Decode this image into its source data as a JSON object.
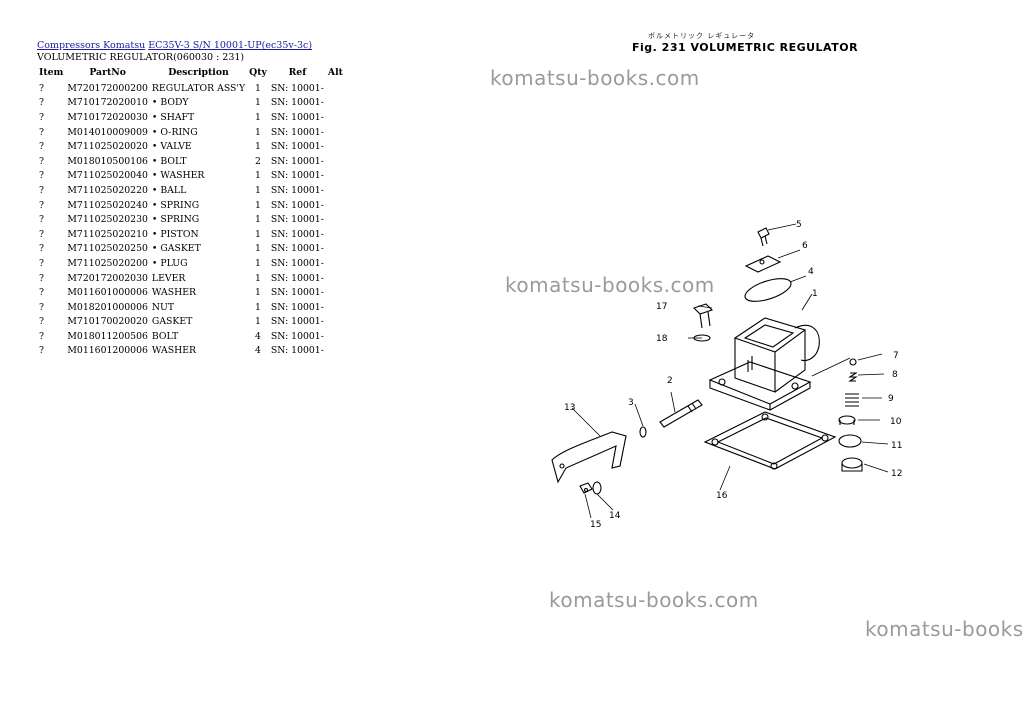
{
  "breadcrumb": {
    "link1": "Compressors Komatsu",
    "link2": "EC35V-3 S/N 10001-UP(ec35v-3c)"
  },
  "subtitle": "VOLUMETRIC REGULATOR(060030 : 231)",
  "table": {
    "headers": [
      "Item",
      "PartNo",
      "Description",
      "Qty",
      "Ref",
      "Alt"
    ],
    "rows": [
      [
        "?",
        "M720172000200",
        "REGULATOR ASS'Y",
        "1",
        "SN: 10001-",
        ""
      ],
      [
        "?",
        "M710172020010",
        "• BODY",
        "1",
        "SN: 10001-",
        ""
      ],
      [
        "?",
        "M710172020030",
        "• SHAFT",
        "1",
        "SN: 10001-",
        ""
      ],
      [
        "?",
        "M014010009009",
        "• O-RING",
        "1",
        "SN: 10001-",
        ""
      ],
      [
        "?",
        "M711025020020",
        "• VALVE",
        "1",
        "SN: 10001-",
        ""
      ],
      [
        "?",
        "M018010500106",
        "• BOLT",
        "2",
        "SN: 10001-",
        ""
      ],
      [
        "?",
        "M711025020040",
        "• WASHER",
        "1",
        "SN: 10001-",
        ""
      ],
      [
        "?",
        "M711025020220",
        "• BALL",
        "1",
        "SN: 10001-",
        ""
      ],
      [
        "?",
        "M711025020240",
        "• SPRING",
        "1",
        "SN: 10001-",
        ""
      ],
      [
        "?",
        "M711025020230",
        "• SPRING",
        "1",
        "SN: 10001-",
        ""
      ],
      [
        "?",
        "M711025020210",
        "• PISTON",
        "1",
        "SN: 10001-",
        ""
      ],
      [
        "?",
        "M711025020250",
        "• GASKET",
        "1",
        "SN: 10001-",
        ""
      ],
      [
        "?",
        "M711025020200",
        "• PLUG",
        "1",
        "SN: 10001-",
        ""
      ],
      [
        "?",
        "M720172002030",
        "LEVER",
        "1",
        "SN: 10001-",
        ""
      ],
      [
        "?",
        "M011601000006",
        "WASHER",
        "1",
        "SN: 10001-",
        ""
      ],
      [
        "?",
        "M018201000006",
        "NUT",
        "1",
        "SN: 10001-",
        ""
      ],
      [
        "?",
        "M710170020020",
        "GASKET",
        "1",
        "SN: 10001-",
        ""
      ],
      [
        "?",
        "M018011200506",
        "BOLT",
        "4",
        "SN: 10001-",
        ""
      ],
      [
        "?",
        "M011601200006",
        "WASHER",
        "4",
        "SN: 10001-",
        ""
      ]
    ]
  },
  "figure": {
    "jp_caption": "ボルメトリック レギュレータ",
    "title": "Fig. 231   VOLUMETRIC REGULATOR",
    "callouts": [
      "5",
      "6",
      "4",
      "1",
      "17",
      "18",
      "7",
      "8",
      "9",
      "10",
      "11",
      "12",
      "2",
      "3",
      "13",
      "14",
      "15",
      "16"
    ]
  },
  "watermark": "komatsu-books.com",
  "colors": {
    "link": "#1a1aa6",
    "watermark": "#9a9a9a"
  }
}
